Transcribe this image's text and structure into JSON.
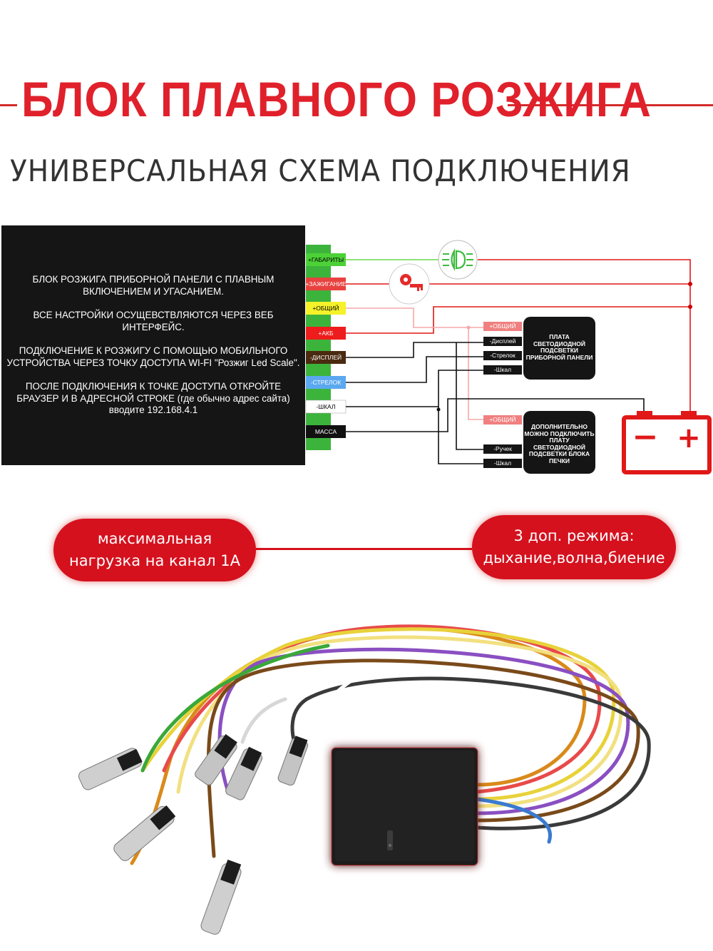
{
  "header": {
    "title": "БЛОК ПЛАВНОГО РОЗЖИГА",
    "subtitle": "УНИВЕРСАЛЬНАЯ СХЕМА ПОДКЛЮЧЕНИЯ",
    "accent_color": "#e0212b"
  },
  "info_panel": {
    "paragraphs": [
      "БЛОК РОЗЖИГА ПРИБОРНОЙ ПАНЕЛИ С ПЛАВНЫМ ВКЛЮЧЕНИЕМ И УГАСАНИЕМ.",
      "ВСЕ НАСТРОЙКИ ОСУЩЕВСТВЛЯЮТСЯ ЧЕРЕЗ ВЕБ ИНТЕРФЕЙС.",
      "ПОДКЛЮЧЕНИЕ К РОЗЖИГУ С ПОМОЩЬЮ МОБИЛЬНОГО УСТРОЙСТВА ЧЕРЕЗ ТОЧКУ ДОСТУПА WI-FI \"Розжиг Led Scale\".",
      "ПОСЛЕ ПОДКЛЮЧЕНИЯ К ТОЧКЕ ДОСТУПА ОТКРОЙТЕ БРАУЗЕР И В АДРЕСНОЙ СТРОКЕ (где обычно адрес сайта) вводите 192.168.4.1"
    ]
  },
  "diagram": {
    "pins": [
      {
        "label": "+ГАБАРИТЫ",
        "color": "#4cd137",
        "text_color": "#000000"
      },
      {
        "label": "+ЗАЖИГАНИЕ",
        "color": "#e8423f",
        "text_color": "#ffffff"
      },
      {
        "label": "+ОБЩИЙ",
        "color": "#f5f22a",
        "text_color": "#000000"
      },
      {
        "label": "+АКБ",
        "color": "#ee1c1c",
        "text_color": "#ffffff"
      },
      {
        "label": "-ДИСПЛЕЙ",
        "color": "#4a2a10",
        "text_color": "#ffffff"
      },
      {
        "label": "-СТРЕЛОК",
        "color": "#5aa8f0",
        "text_color": "#ffffff"
      },
      {
        "label": "-ШКАЛ",
        "color": "#ffffff",
        "text_color": "#000000"
      },
      {
        "label": "МАССА",
        "color": "#111111",
        "text_color": "#ffffff"
      }
    ],
    "dashboard_board": {
      "title": "ПЛАТА СВЕТОДИОДНОЙ ПОДСВЕТКИ ПРИБОРНОЙ ПАНЕЛИ",
      "pins": [
        "+ОБЩИЙ",
        "-Дисплей",
        "-Стрелок",
        "-Шкал"
      ]
    },
    "heater_board": {
      "title": "ДОПОЛНИТЕЛЬНО МОЖНО ПОДКЛЮЧИТЬ ПЛАТУ СВЕТОДИОДНОЙ ПОДСВЕТКИ БЛОКА ПЕЧКИ",
      "pins": [
        "+ОБЩИЙ",
        "-Ручек",
        "-Шкал"
      ]
    },
    "battery": {
      "minus": "−",
      "plus": "+"
    },
    "icons": [
      "parking-lights-icon",
      "ignition-key-icon",
      "battery-icon"
    ]
  },
  "features": {
    "load": "максимальная нагрузка на канал 1А",
    "load_lines": [
      "максимальная",
      "нагрузка на канал 1А"
    ],
    "modes_lines": [
      "3 доп. режима:",
      "дыхание,волна,биение"
    ]
  }
}
